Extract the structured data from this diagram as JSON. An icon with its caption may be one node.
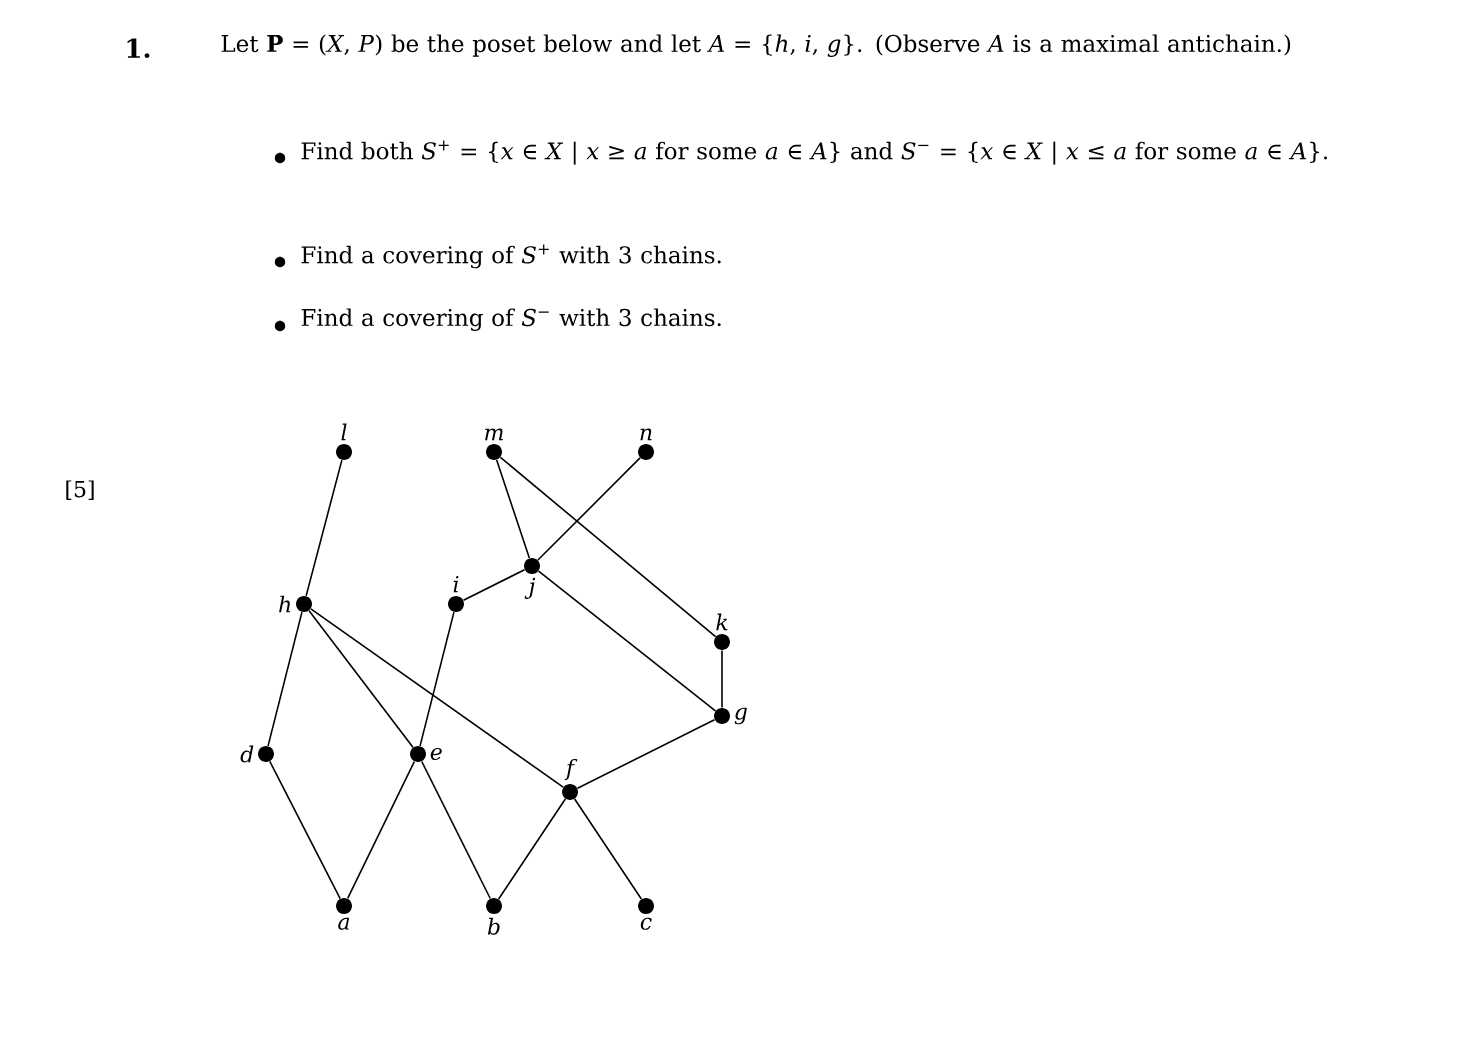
{
  "diagram": {
    "nodes": [
      {
        "text": [
          "l"
        ]
      },
      {
        "text": [
          "m"
        ]
      },
      {
        "text": [
          "n"
        ]
      },
      {
        "text": [
          "j"
        ]
      },
      {
        "text": [
          "i"
        ]
      },
      {
        "text": [
          "h"
        ]
      },
      {
        "text": [
          "k"
        ]
      },
      {
        "text": [
          "g"
        ]
      },
      {
        "text": [
          "d"
        ]
      },
      {
        "text": [
          "e"
        ]
      },
      {
        "text": [
          "f"
        ]
      },
      {
        "text": [
          "a"
        ]
      },
      {
        "text": [
          "b"
        ]
      },
      {
        "text": [
          "c"
        ]
      }
    ],
    "edges": [
      {
        "from": 5,
        "to": 0,
        "arrow": "none"
      },
      {
        "from": 8,
        "to": 5,
        "arrow": "none"
      },
      {
        "from": 9,
        "to": 5,
        "arrow": "none"
      },
      {
        "from": 10,
        "to": 5,
        "arrow": "none"
      },
      {
        "from": 11,
        "to": 8,
        "arrow": "none"
      },
      {
        "from": 11,
        "to": 9,
        "arrow": "none"
      },
      {
        "from": 12,
        "to": 9,
        "arrow": "none"
      },
      {
        "from": 9,
        "to": 4,
        "arrow": "none"
      },
      {
        "from": 4,
        "to": 3,
        "arrow": "none"
      },
      {
        "from": 3,
        "to": 1,
        "arrow": "none"
      },
      {
        "from": 3,
        "to": 2,
        "arrow": "none"
      },
      {
        "from": 7,
        "to": 3,
        "arrow": "none"
      },
      {
        "from": 6,
        "to": 1,
        "arrow": "none"
      },
      {
        "from": 7,
        "to": 6,
        "arrow": "none"
      },
      {
        "from": 10,
        "to": 7,
        "arrow": "none"
      },
      {
        "from": 12,
        "to": 10,
        "arrow": "none"
      },
      {
        "from": 13,
        "to": 10,
        "arrow": "none"
      }
    ],
    "labels": [
      "1.",
      "Let **P** = (*X*, *P*) be the poset below and let *A* = {*h*, *i*, *g*}. (Observe *A* is a maximal antichain.)",
      "Find both *S*$^{+}$ = {*x* ∈ *X* | *x* ≥ *a* for some *a* ∈ *A*} and *S*$^{−}$ = {*x* ∈ *X* | *x* ≤ *a* for some *a* ∈ *A*}.",
      "Find a covering of *S*$^{+}$ with 3 chains.",
      "Find a covering of *S*$^{−}$ with 3 chains.",
      "[5]"
    ]
  }
}
